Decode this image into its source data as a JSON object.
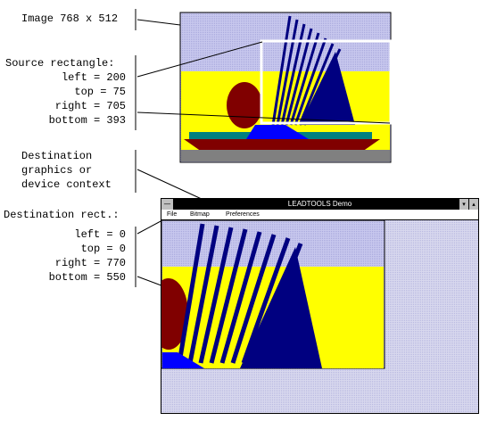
{
  "labels": {
    "image_size": "Image 768 x 512",
    "source_rect": {
      "heading": "Source rectangle:",
      "left": "left = 200",
      "top": "top = 75",
      "right": "right = 705",
      "bottom": "bottom = 393"
    },
    "destination_context": [
      "Destination",
      "graphics or",
      "device context"
    ],
    "dest_rect": {
      "heading": "Destination rect.:",
      "left": "left = 0",
      "top": "top = 0",
      "right": "right = 770",
      "bottom": "bottom = 550"
    }
  },
  "window": {
    "title": "LEADTOOLS Demo",
    "system_menu_glyph": "—",
    "minimize_glyph": "▾",
    "maximize_glyph": "▴",
    "menu": [
      "File",
      "Bitmap",
      "Preferences"
    ]
  },
  "colors": {
    "sky": "#c8c8ee",
    "sun": "#ffff00",
    "navy": "#000080",
    "maroon": "#800000",
    "blue": "#0000ff",
    "teal": "#008080",
    "gray": "#808080",
    "white": "#ffffff",
    "line": "#000000"
  }
}
